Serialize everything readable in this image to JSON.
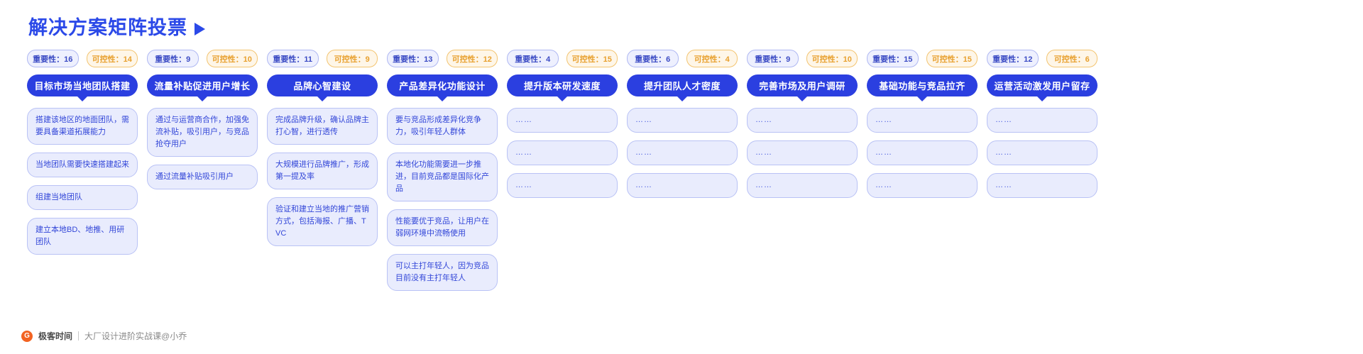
{
  "header": {
    "title": "解决方案矩阵投票",
    "arrow_icon": "play-triangle-icon"
  },
  "labels": {
    "importance_prefix": "重要性：",
    "controllability_prefix": "可控性："
  },
  "footer": {
    "logo_glyph": "G",
    "logo_text": "极客时间",
    "note": "大厂设计进阶实战课@小乔"
  },
  "colors": {
    "brand_blue": "#2B3FE0",
    "title_blue": "#2B49E8",
    "card_bg": "#E9ECFD",
    "card_border": "#B9C2F5",
    "card_text": "#3246D8",
    "importance_bg": "#EEF0FE",
    "importance_border": "#AFB8F2",
    "importance_text": "#3A4AC4",
    "controllability_bg": "#FEF6E8",
    "controllability_border": "#F3C470",
    "controllability_text": "#E8A02E",
    "logo_orange": "#F26322"
  },
  "columns": [
    {
      "importance": "重要性：16",
      "controllability": "可控性：14",
      "banner": "目标市场当地团队搭建",
      "cards": [
        "搭建该地区的地面团队，需要具备渠道拓展能力",
        "当地团队需要快速搭建起来",
        "组建当地团队",
        "建立本地BD、地推、用研团队"
      ]
    },
    {
      "importance": "重要性：9",
      "controllability": "可控性：10",
      "banner": "流量补贴促进用户增长",
      "cards": [
        "通过与运营商合作，加强免流补贴，吸引用户，与竞品抢夺用户",
        "通过流量补贴吸引用户"
      ]
    },
    {
      "importance": "重要性：11",
      "controllability": "可控性：9",
      "banner": "品牌心智建设",
      "cards": [
        "完成品牌升级，确认品牌主打心智，进行透传",
        "大规模进行品牌推广，形成第一提及率",
        "验证和建立当地的推广营销方式，包括海报、广播、TVC"
      ]
    },
    {
      "importance": "重要性：13",
      "controllability": "可控性：12",
      "banner": "产品差异化功能设计",
      "cards": [
        "要与竞品形成差异化竞争力，吸引年轻人群体",
        "本地化功能需要进一步推进，目前竞品都是国际化产品",
        "性能要优于竞品，让用户在弱网环境中流畅使用",
        "可以主打年轻人，因为竞品目前没有主打年轻人"
      ]
    },
    {
      "importance": "重要性：4",
      "controllability": "可控性：15",
      "banner": "提升版本研发速度",
      "cards": [
        "……",
        "……",
        "……"
      ]
    },
    {
      "importance": "重要性：6",
      "controllability": "可控性：4",
      "banner": "提升团队人才密度",
      "cards": [
        "……",
        "……",
        "……"
      ]
    },
    {
      "importance": "重要性：9",
      "controllability": "可控性：10",
      "banner": "完善市场及用户调研",
      "cards": [
        "……",
        "……",
        "……"
      ]
    },
    {
      "importance": "重要性：15",
      "controllability": "可控性：15",
      "banner": "基础功能与竞品拉齐",
      "cards": [
        "……",
        "……",
        "……"
      ]
    },
    {
      "importance": "重要性：12",
      "controllability": "可控性：6",
      "banner": "运营活动激发用户留存",
      "cards": [
        "……",
        "……",
        "……"
      ]
    }
  ]
}
